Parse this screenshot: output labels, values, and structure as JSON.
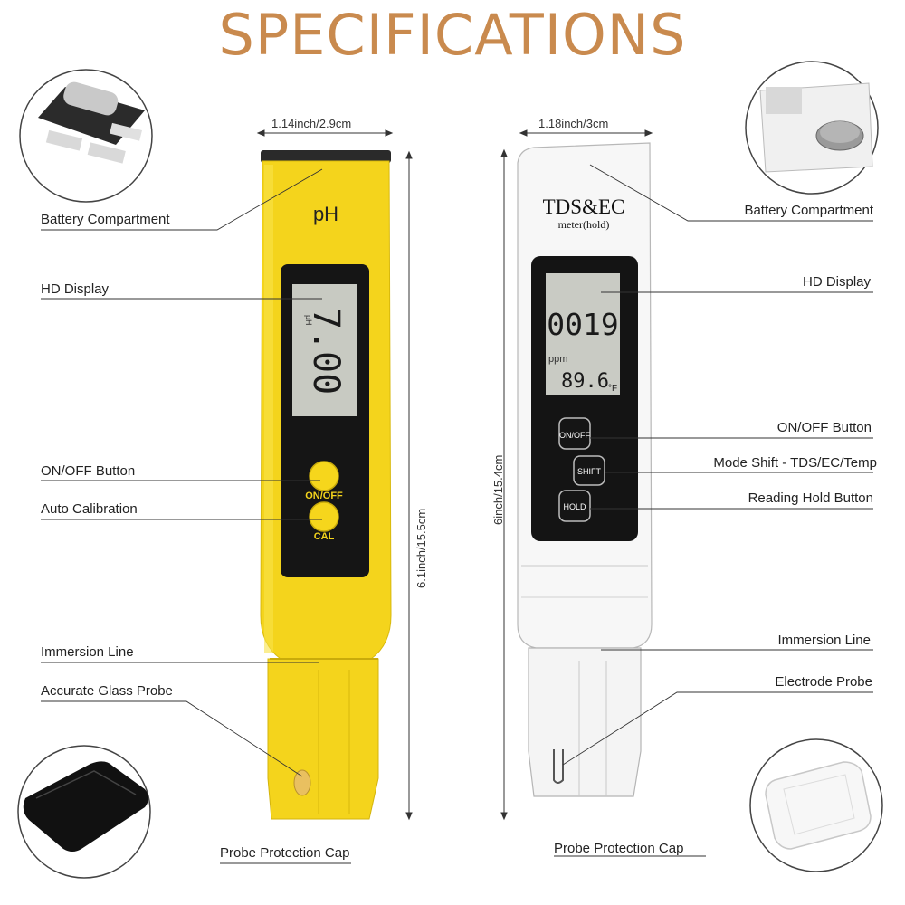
{
  "title": "SPECIFICATIONS",
  "ph_meter": {
    "width_label": "1.14inch/2.9cm",
    "height_label": "6.1inch/15.5cm",
    "device_label": "pH",
    "display_reading": "7.00",
    "display_unit": "pH",
    "button_onoff": "ON/OFF",
    "button_cal": "CAL",
    "callouts": {
      "battery": "Battery Compartment",
      "display": "HD Display",
      "onoff": "ON/OFF Button",
      "calibration": "Auto Calibration",
      "immersion": "Immersion Line",
      "probe": "Accurate Glass Probe",
      "cap": "Probe Protection Cap"
    }
  },
  "tds_meter": {
    "width_label": "1.18inch/3cm",
    "height_label": "6inch/15.4cm",
    "device_label": "TDS&EC",
    "device_sublabel": "meter(hold)",
    "display_reading": "0019",
    "display_unit": "ppm",
    "display_temp": "89.6",
    "display_temp_unit": "°F",
    "button_onoff": "ON/OFF",
    "button_shift": "SHIFT",
    "button_hold": "HOLD",
    "callouts": {
      "battery": "Battery Compartment",
      "display": "HD Display",
      "onoff": "ON/OFF Button",
      "mode": "Mode Shift - TDS/EC/Temp",
      "hold": "Reading Hold Button",
      "immersion": "Immersion Line",
      "probe": "Electrode Probe",
      "cap": "Probe Protection Cap"
    }
  },
  "colors": {
    "title": "#c98a4e",
    "ph_body": "#f5d91e",
    "tds_body": "#f6f6f6",
    "lcd": "#c9cbc4"
  }
}
